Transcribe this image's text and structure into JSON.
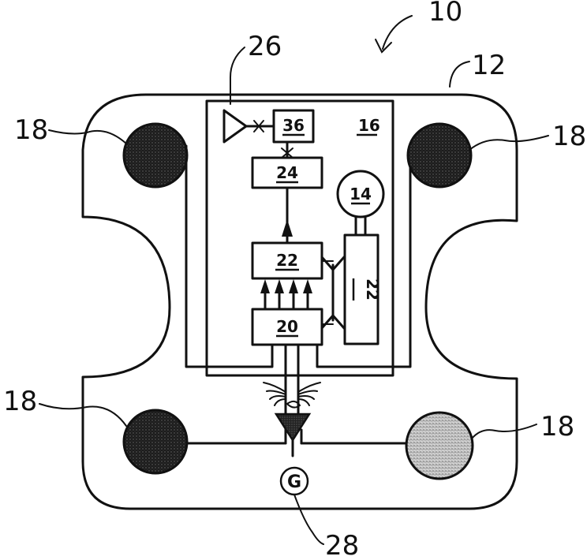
{
  "figure": {
    "ref_numerals": {
      "device": "10",
      "housing": "12",
      "pump": "14",
      "board": "16",
      "electrode": "18",
      "block_20": "20",
      "block_22": "22",
      "block_22_side": "22",
      "block_24": "24",
      "antenna": "26",
      "block_36": "36",
      "ground": "28"
    },
    "ground_symbol": "G"
  }
}
